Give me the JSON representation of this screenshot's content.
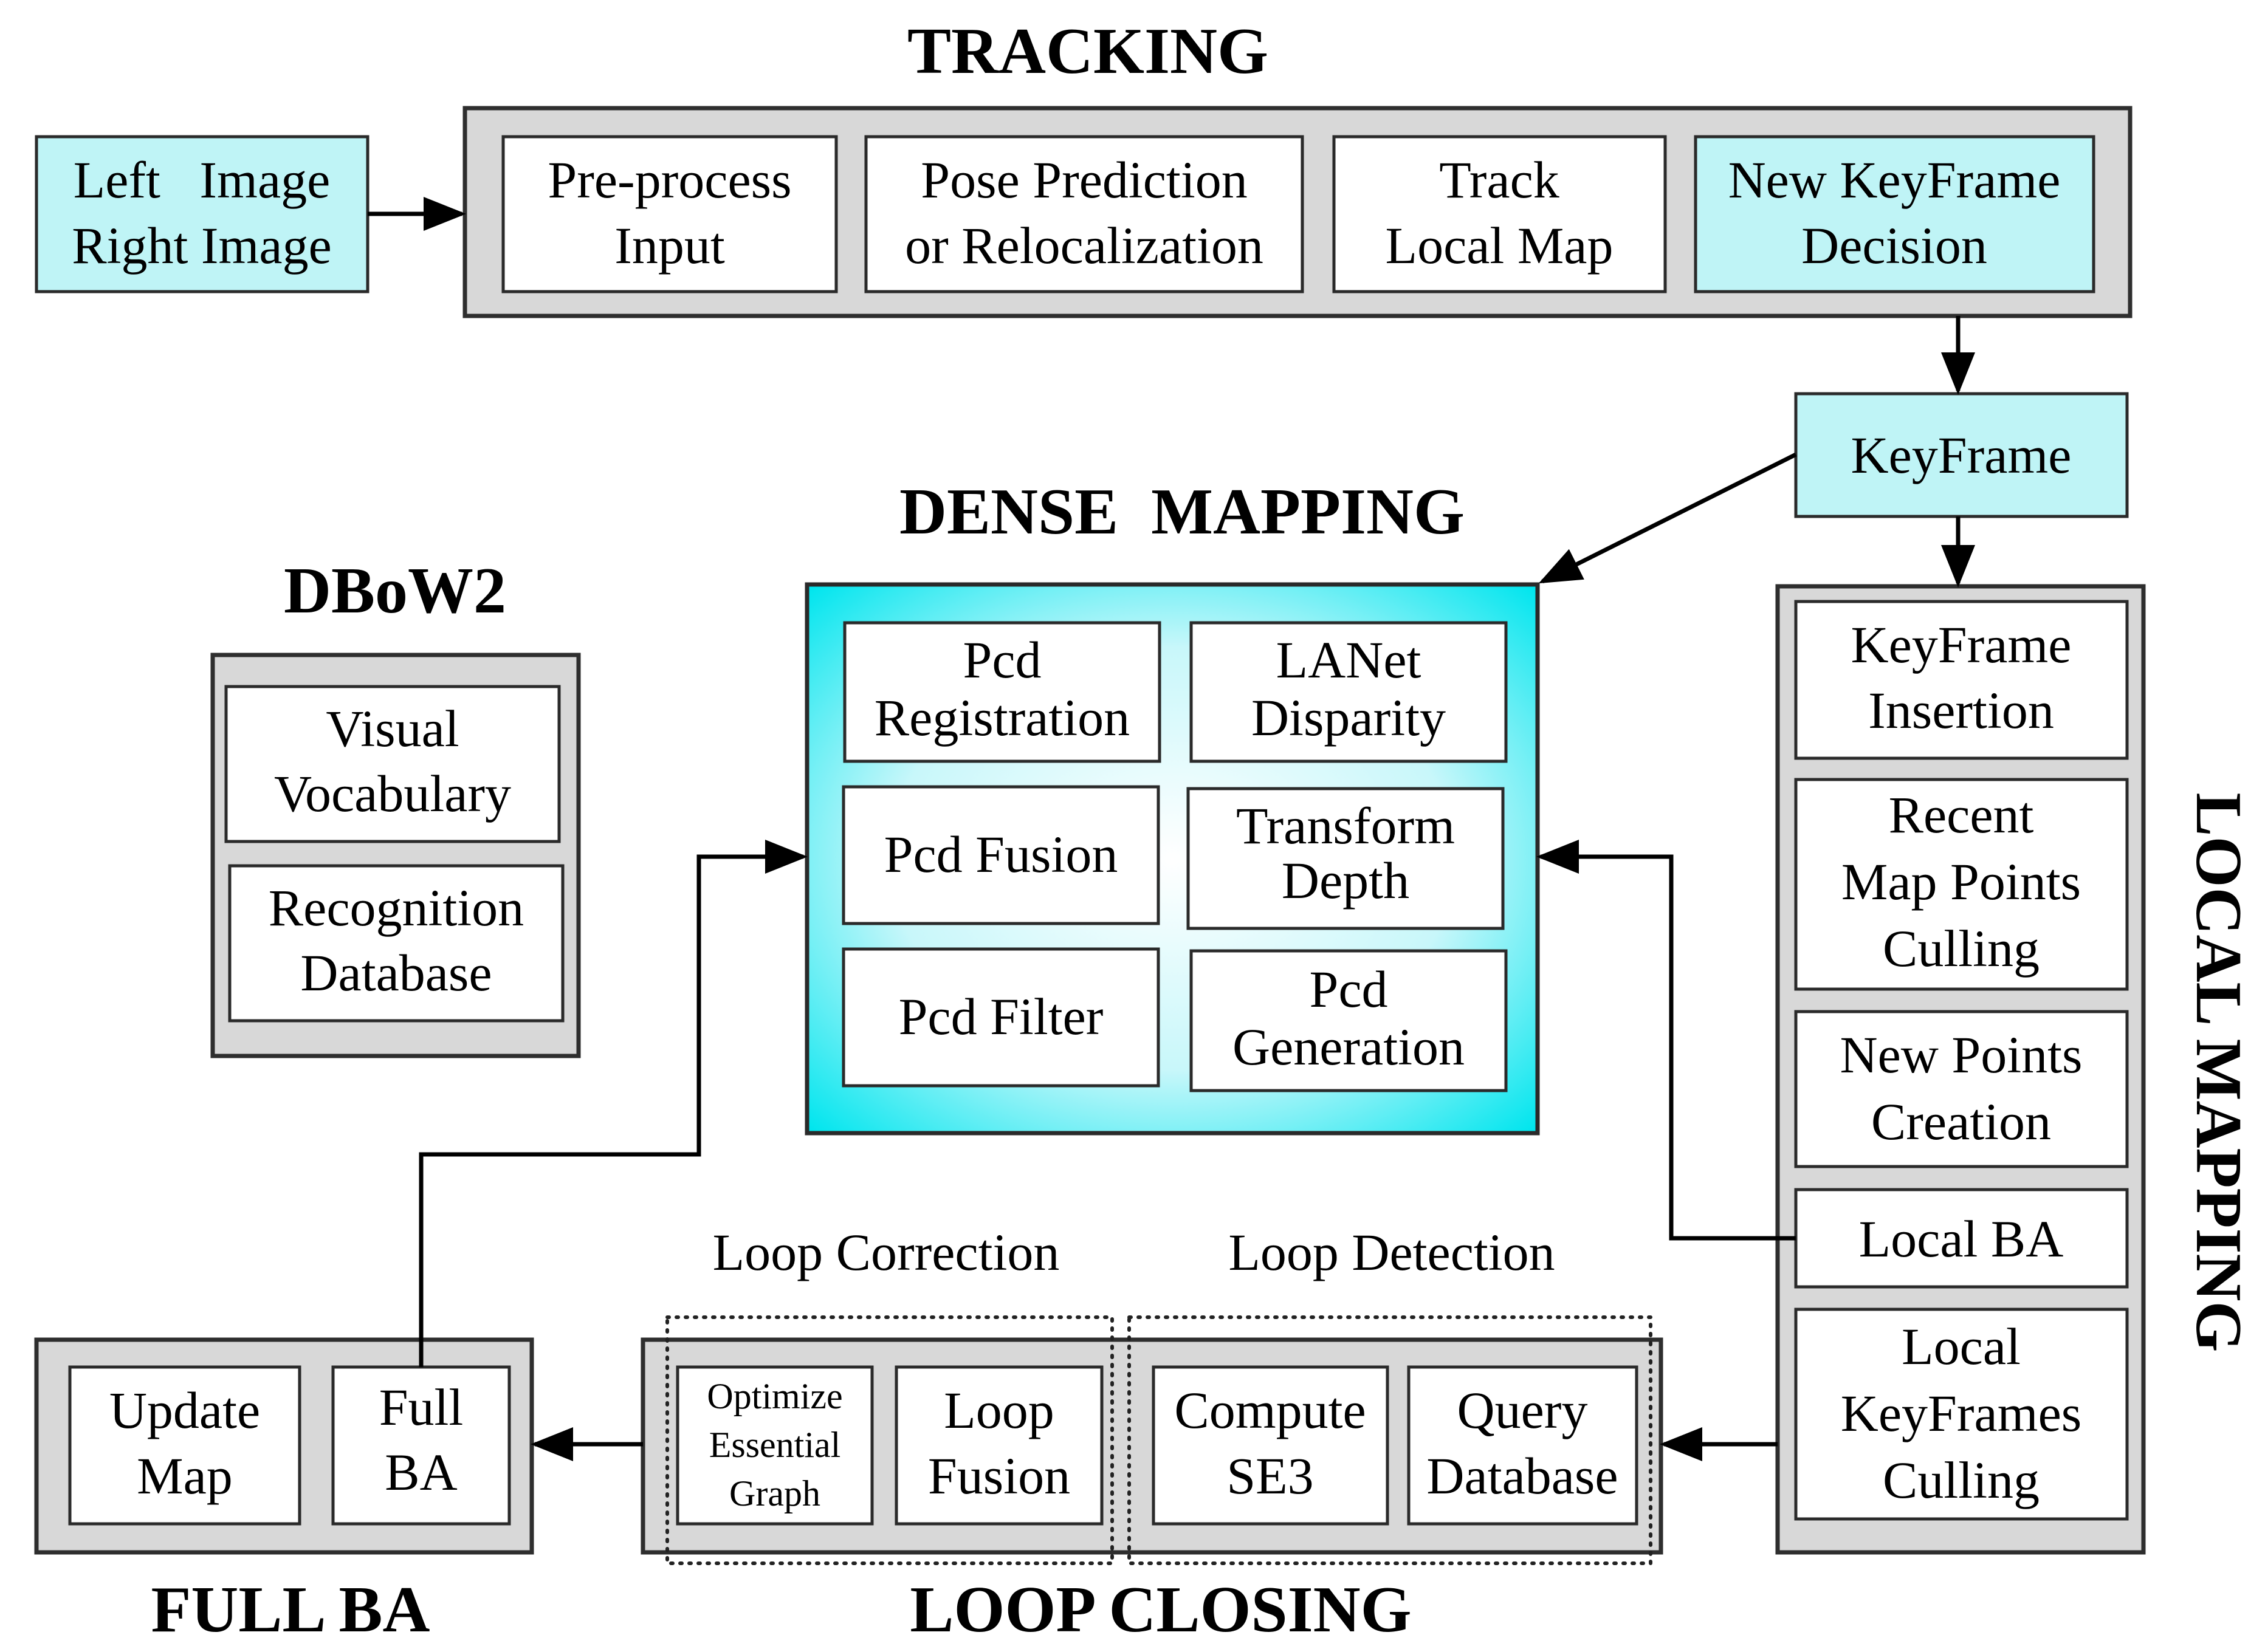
{
  "titles": {
    "tracking": "TRACKING",
    "dense_mapping": "DENSE  MAPPING",
    "dbow2": "DBoW2",
    "local_mapping": "LOCAL MAPPING",
    "full_ba": "FULL BA",
    "loop_closing": "LOOP CLOSING",
    "loop_correction": "Loop Correction",
    "loop_detection": "Loop Detection"
  },
  "input": {
    "line1": "Left   Image",
    "line2": "Right Image"
  },
  "tracking": {
    "preprocess": {
      "line1": "Pre-process",
      "line2": "Input"
    },
    "pose": {
      "line1": "Pose Prediction",
      "line2": "or Relocalization"
    },
    "track": {
      "line1": "Track",
      "line2": "Local Map"
    },
    "newkf": {
      "line1": "New KeyFrame",
      "line2": "Decision"
    }
  },
  "keyframe": "KeyFrame",
  "dense": {
    "registration": {
      "line1": "Pcd",
      "line2": "Registration"
    },
    "lanet": {
      "line1": "LANet",
      "line2": "Disparity"
    },
    "fusion": "Pcd Fusion",
    "transform": {
      "line1": "Transform",
      "line2": "Depth"
    },
    "filter": "Pcd Filter",
    "generation": {
      "line1": "Pcd",
      "line2": "Generation"
    }
  },
  "dbow": {
    "vocab": {
      "line1": "Visual",
      "line2": "Vocabulary"
    },
    "recog": {
      "line1": "Recognition",
      "line2": "Database"
    }
  },
  "local": {
    "insertion": {
      "line1": "KeyFrame",
      "line2": "Insertion"
    },
    "culling": {
      "line1": "Recent",
      "line2": "Map Points",
      "line3": "Culling"
    },
    "newpoints": {
      "line1": "New Points",
      "line2": "Creation"
    },
    "localba": "Local BA",
    "kfculling": {
      "line1": "Local",
      "line2": "KeyFrames",
      "line3": "Culling"
    }
  },
  "loop": {
    "optimize": {
      "line1": "Optimize",
      "line2": "Essential",
      "line3": "Graph"
    },
    "fusion": {
      "line1": "Loop",
      "line2": "Fusion"
    },
    "se3": {
      "line1": "Compute",
      "line2": "SE3"
    },
    "query": {
      "line1": "Query",
      "line2": "Database"
    }
  },
  "fullba": {
    "update": {
      "line1": "Update",
      "line2": "Map"
    },
    "full": {
      "line1": "Full",
      "line2": "BA"
    }
  },
  "colors": {
    "cyan_box": "#bff4f6",
    "dense_gradient_edge": "#00e5ee",
    "group_gray": "#d8d8d8"
  }
}
